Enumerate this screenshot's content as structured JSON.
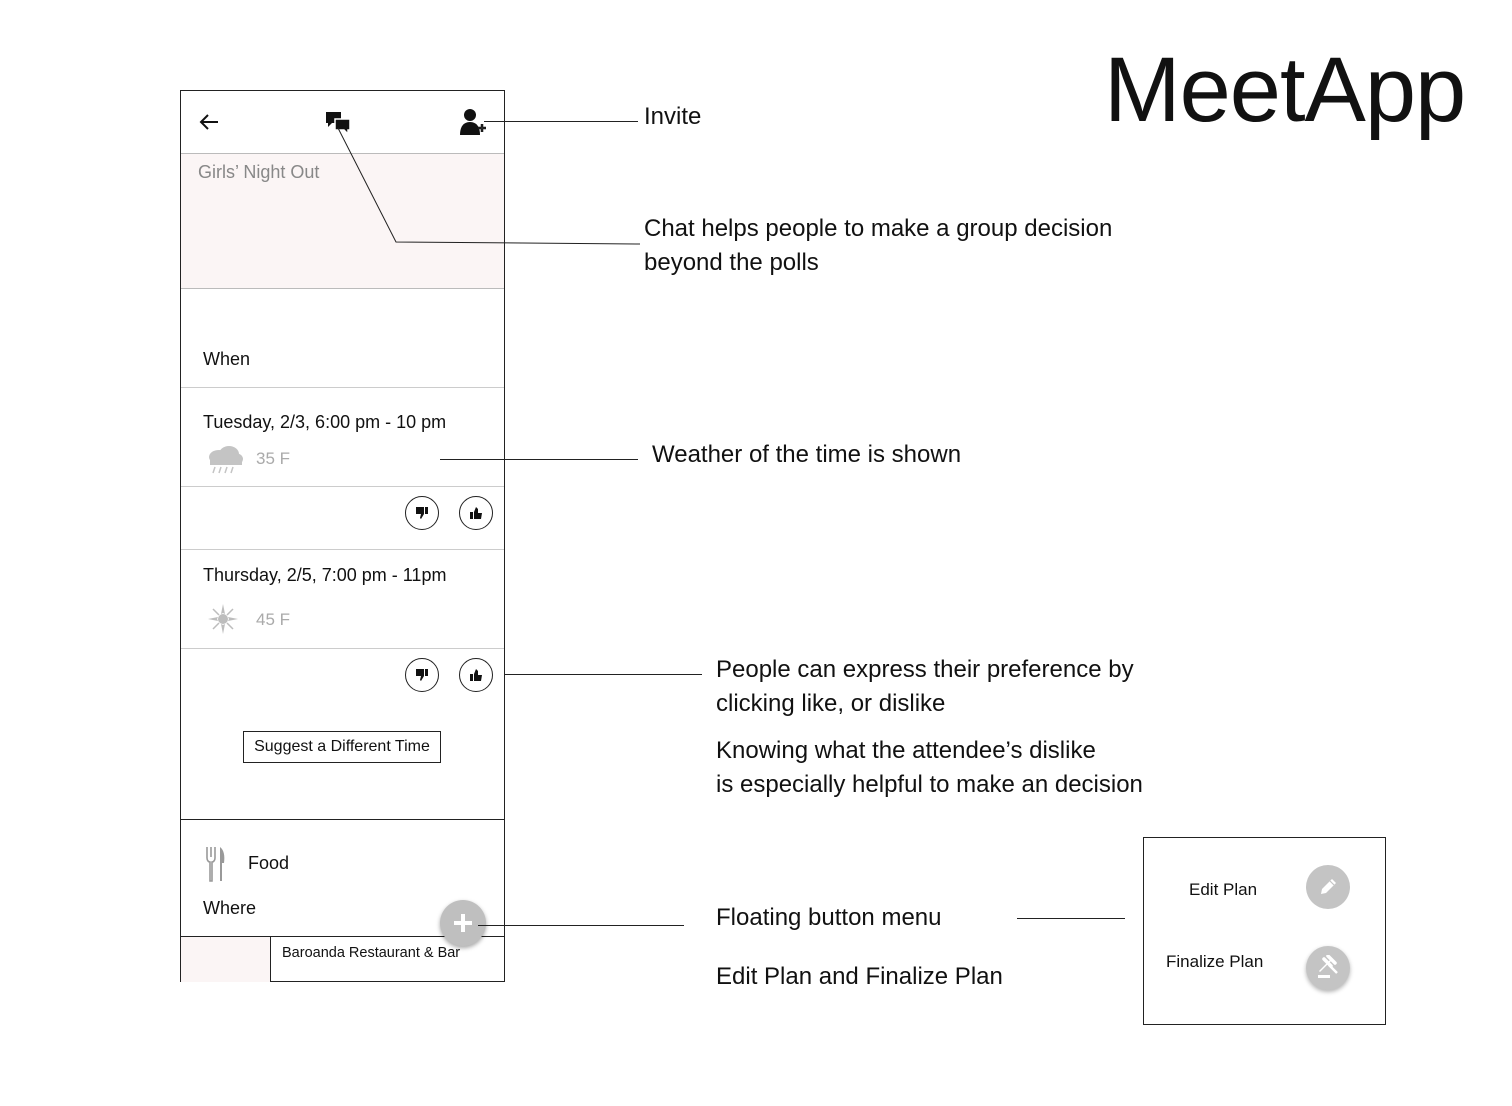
{
  "brand": {
    "title": "MeetApp"
  },
  "phone": {
    "topbar": {
      "back_icon": "arrow-left-icon",
      "chat_icon": "chat-bubbles-icon",
      "invite_icon": "add-person-icon"
    },
    "event_title": "Girls’ Night Out",
    "when_label": "When",
    "time_slots": [
      {
        "time": "Tuesday, 2/3, 6:00 pm - 10 pm",
        "weather_icon": "storm-cloud-icon",
        "temperature": "35 F"
      },
      {
        "time": "Thursday, 2/5, 7:00 pm - 11pm",
        "weather_icon": "sun-icon",
        "temperature": "45 F"
      }
    ],
    "suggest_button": "Suggest a Different Time",
    "food_label": "Food",
    "where_label": "Where",
    "venue": "Baroanda Restaurant & Bar",
    "fab_icon": "plus-icon"
  },
  "annotations": {
    "invite": "Invite",
    "chat_line1": "Chat helps people to make a group decision",
    "chat_line2": "beyond the polls",
    "weather": "Weather of the time is shown",
    "pref_line1": "People can express their preference by",
    "pref_line2": "clicking like, or dislike",
    "dislike_line1": "Knowing what the attendee’s dislike",
    "dislike_line2": "is especially helpful to make an decision",
    "fab_menu": "Floating button menu",
    "fab_options": "Edit Plan and Finalize Plan"
  },
  "fab_menu": {
    "items": [
      {
        "label": "Edit Plan",
        "icon": "pencil-icon"
      },
      {
        "label": "Finalize Plan",
        "icon": "gavel-icon"
      }
    ]
  }
}
